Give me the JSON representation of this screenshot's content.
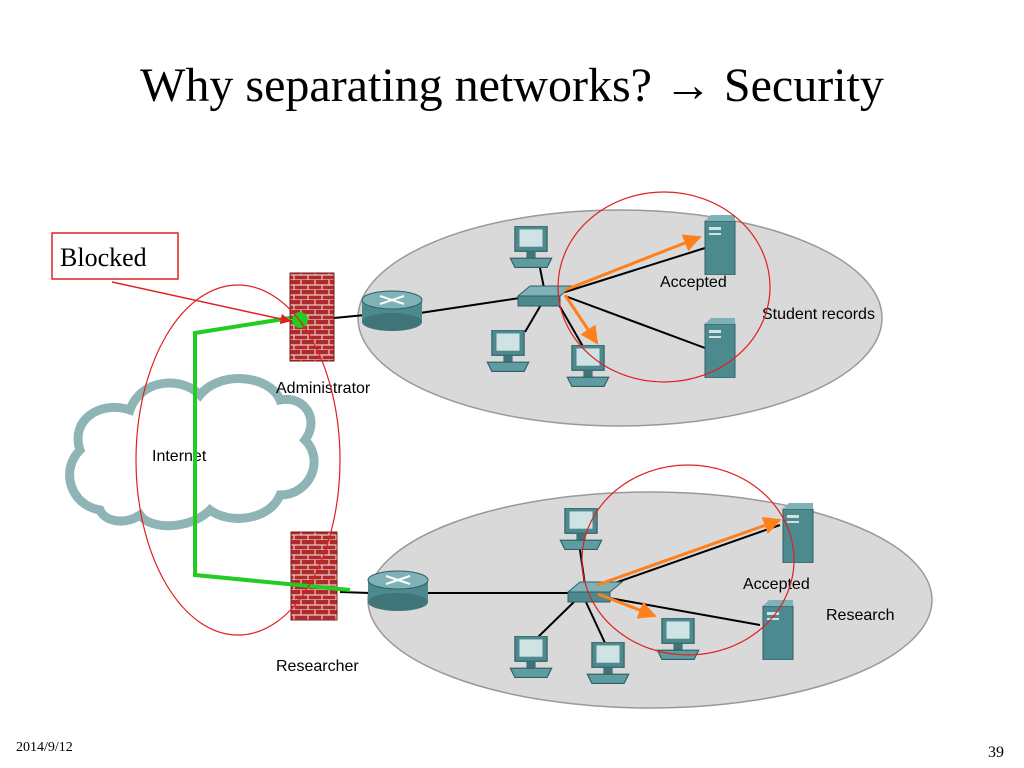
{
  "slide": {
    "title": "Why separating networks? → Security",
    "date": "2014/9/12",
    "page_number": "39"
  },
  "diagram": {
    "callout": "Blocked",
    "cloud_label": "Internet",
    "top_network": {
      "firewall_label": "Administrator",
      "server_accepted_label": "Accepted",
      "server_records_label": "Student records"
    },
    "bottom_network": {
      "firewall_label": "Researcher",
      "server_accepted_label": "Accepted",
      "server_research_label": "Research"
    },
    "colors": {
      "allowed_path": "#22cc22",
      "accepted_arrow": "#ff7f1a",
      "annotation": "#e02020",
      "network_area": "#d9d9d9",
      "device": "#4d8a8f"
    }
  }
}
